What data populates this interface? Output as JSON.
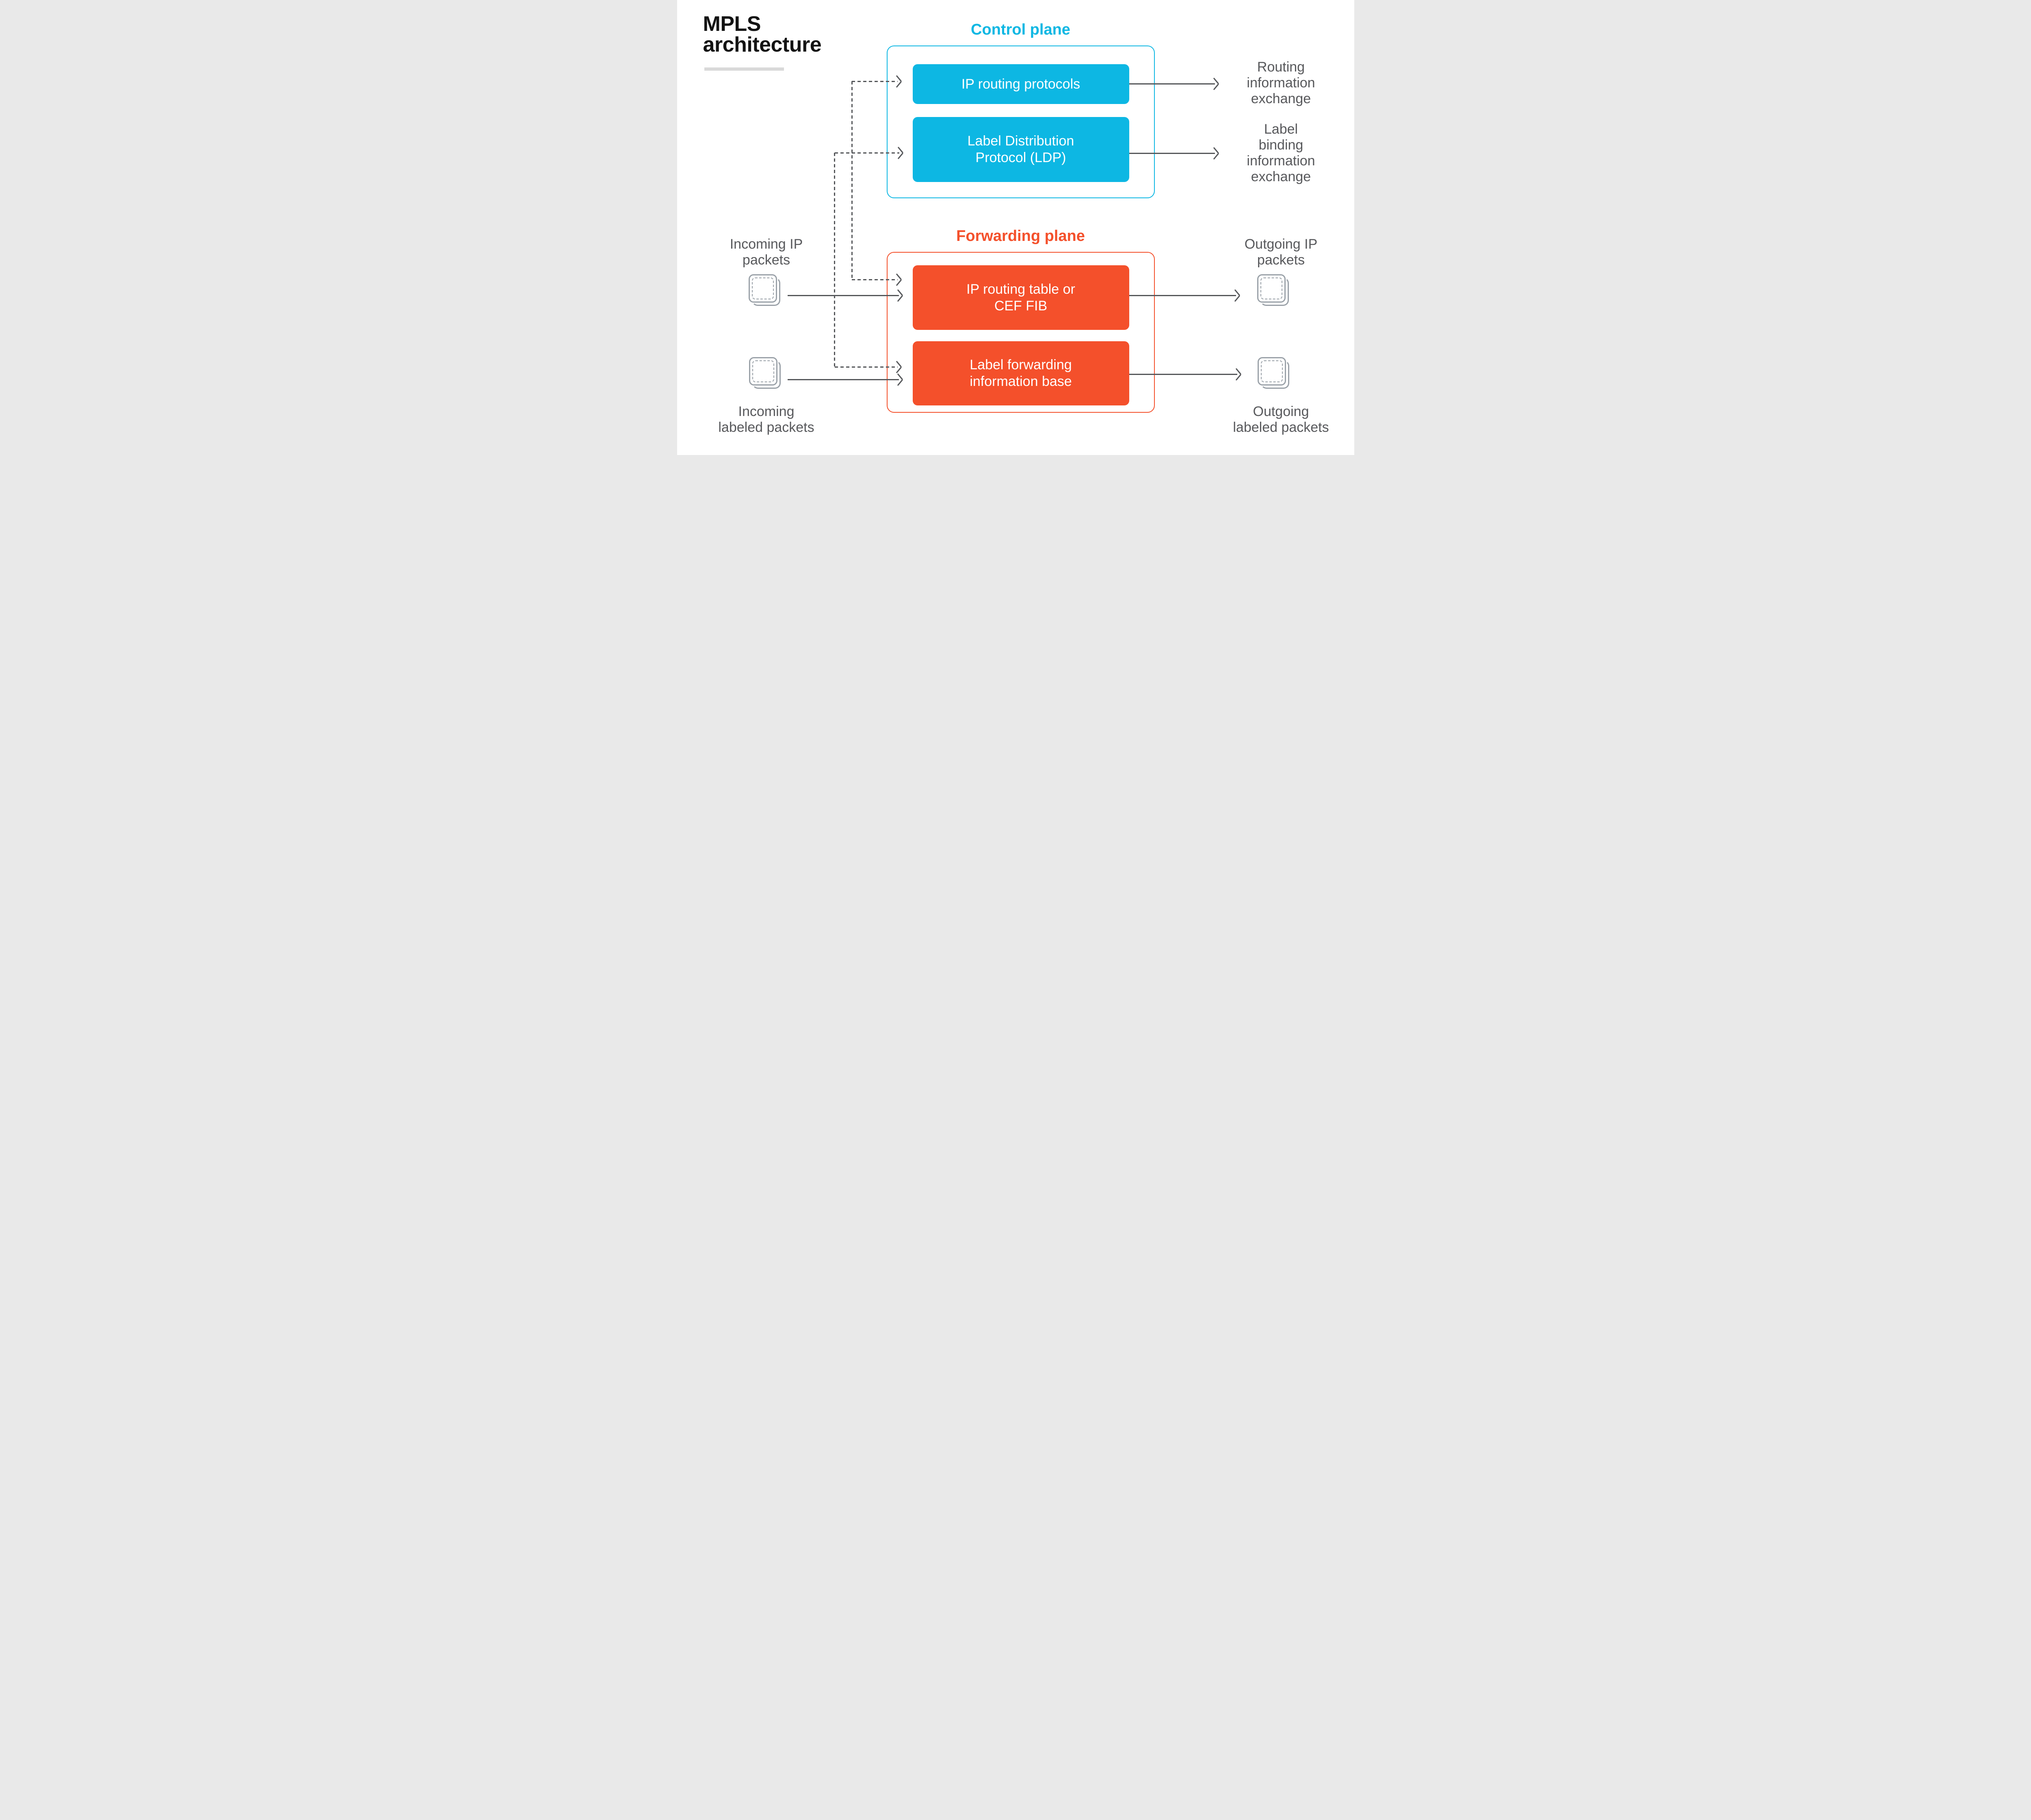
{
  "title": {
    "line1": "MPLS",
    "line2": "architecture"
  },
  "colors": {
    "cyan": "#0db7e3",
    "orange": "#f4502b",
    "label_gray": "#58595c",
    "arrow_gray": "#55575a",
    "icon_gray": "#9aa1a8",
    "underline_gray": "#d9d9d9",
    "title_black": "#131313",
    "bg": "#ffffff"
  },
  "control_plane": {
    "label": "Control plane",
    "boxes": [
      {
        "id": "ip-routing-protocols",
        "lines": [
          "IP routing protocols"
        ]
      },
      {
        "id": "label-distribution-protocol",
        "lines": [
          "Label Distribution",
          "Protocol (LDP)"
        ]
      }
    ]
  },
  "forwarding_plane": {
    "label": "Forwarding plane",
    "boxes": [
      {
        "id": "ip-routing-table",
        "lines": [
          "IP routing table or",
          "CEF FIB"
        ]
      },
      {
        "id": "label-forwarding-information-base",
        "lines": [
          "Label forwarding",
          "information base"
        ]
      }
    ]
  },
  "left_labels": {
    "incoming_ip": [
      "Incoming IP",
      "packets"
    ],
    "incoming_labeled": [
      "Incoming",
      "labeled packets"
    ]
  },
  "right_labels": {
    "routing_info": [
      "Routing",
      "information",
      "exchange"
    ],
    "label_binding": [
      "Label",
      "binding",
      "information",
      "exchange"
    ],
    "outgoing_ip": [
      "Outgoing IP",
      "packets"
    ],
    "outgoing_labeled": [
      "Outgoing",
      "labeled packets"
    ]
  }
}
